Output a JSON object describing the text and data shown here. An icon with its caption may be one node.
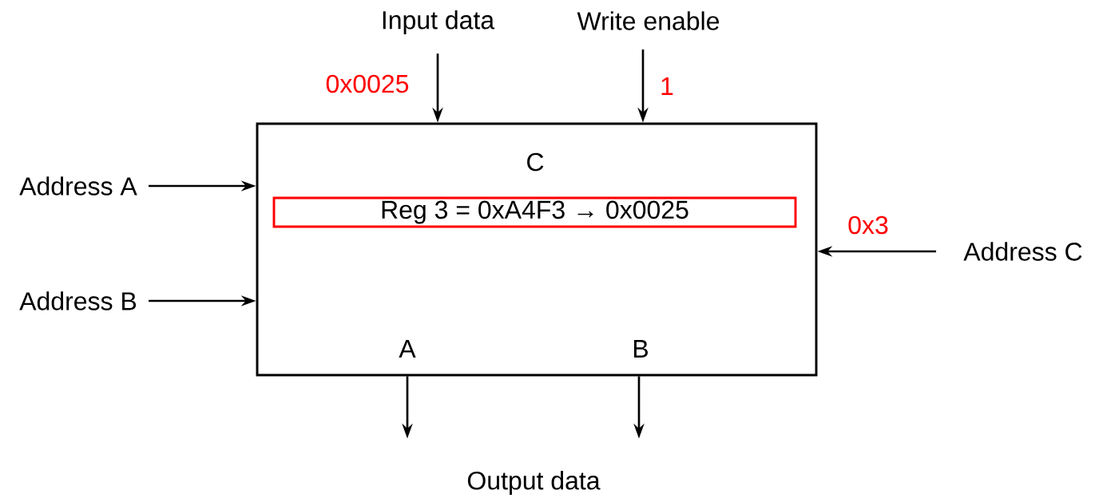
{
  "diagram": {
    "nodes": [
      {
        "text": [
          "C",
          "A",
          "B"
        ]
      },
      {
        "text": [
          "Reg 3 = 0xA4F3 → 0x0025"
        ],
        "in": 0
      },
      {
        "text": [
          "Input data"
        ]
      },
      {
        "text": [
          "Write enable"
        ]
      },
      {
        "text": [
          "Address A"
        ]
      },
      {
        "text": [
          "Address B"
        ]
      },
      {
        "text": [
          "Address C"
        ]
      }
    ],
    "edges": [
      {
        "from": 2,
        "to": 0,
        "arrow": "to",
        "label": "0x0025"
      },
      {
        "from": 3,
        "to": 0,
        "arrow": "to",
        "label": "1"
      },
      {
        "from": 4,
        "to": 0,
        "arrow": "to"
      },
      {
        "from": 5,
        "to": 0,
        "arrow": "to"
      },
      {
        "from": 6,
        "to": 0,
        "arrow": "to",
        "label": "0x3"
      },
      {
        "from": 0,
        "to": null,
        "arrow": "to"
      },
      {
        "from": 0,
        "to": null,
        "arrow": "to"
      }
    ],
    "labels": [
      "Output data"
    ]
  }
}
